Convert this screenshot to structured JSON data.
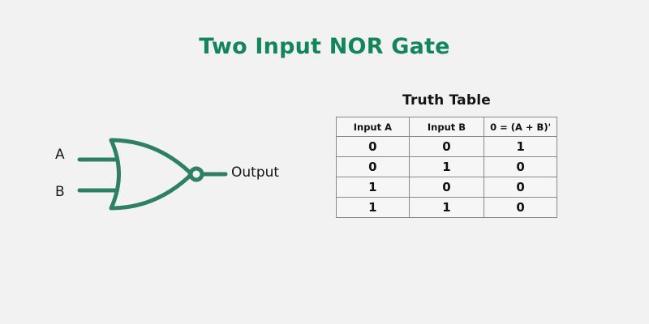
{
  "page": {
    "title": "Two Input NOR Gate",
    "background_color": "#f2f2f2",
    "title_color": "#12865a"
  },
  "diagram": {
    "gate_type": "NOR",
    "gate_color": "#2e8063",
    "inputs": [
      {
        "label": "A"
      },
      {
        "label": "B"
      }
    ],
    "output": {
      "label": "Output"
    },
    "bubble": "inversion-bubble"
  },
  "truth_table": {
    "title": "Truth Table",
    "headers": [
      "Input A",
      "Input B",
      "0 = (A + B)'"
    ],
    "rows": [
      [
        "0",
        "0",
        "1"
      ],
      [
        "0",
        "1",
        "0"
      ],
      [
        "1",
        "0",
        "0"
      ],
      [
        "1",
        "1",
        "0"
      ]
    ]
  }
}
